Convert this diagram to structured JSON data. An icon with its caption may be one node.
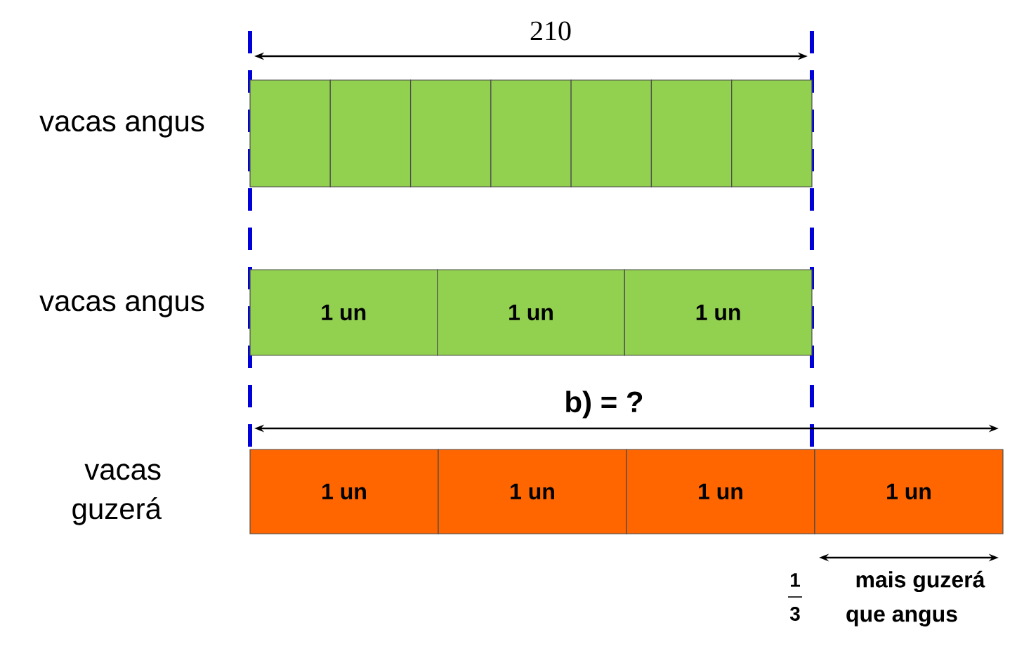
{
  "diagram": {
    "nodes": [
      {
        "text": [],
        "shape": "box"
      },
      {
        "text": [],
        "shape": "box"
      },
      {
        "text": [],
        "shape": "box"
      },
      {
        "text": [],
        "shape": "box"
      },
      {
        "text": [],
        "shape": "box"
      },
      {
        "text": [],
        "shape": "box"
      },
      {
        "text": [],
        "shape": "box"
      },
      {
        "text": [
          "1 un"
        ]
      },
      {
        "text": [
          "1 un"
        ]
      },
      {
        "text": [
          "1 un"
        ]
      },
      {
        "text": [
          "1 un"
        ]
      },
      {
        "text": [
          "1 un"
        ]
      },
      {
        "text": [
          "1 un"
        ]
      },
      {
        "text": [
          "1 un"
        ]
      }
    ],
    "labels": [
      "210",
      "vacas angus",
      "vacas angus",
      "b) = ?",
      "vacas guzerá",
      "1",
      "3",
      "mais guzerá",
      "que angus"
    ]
  }
}
